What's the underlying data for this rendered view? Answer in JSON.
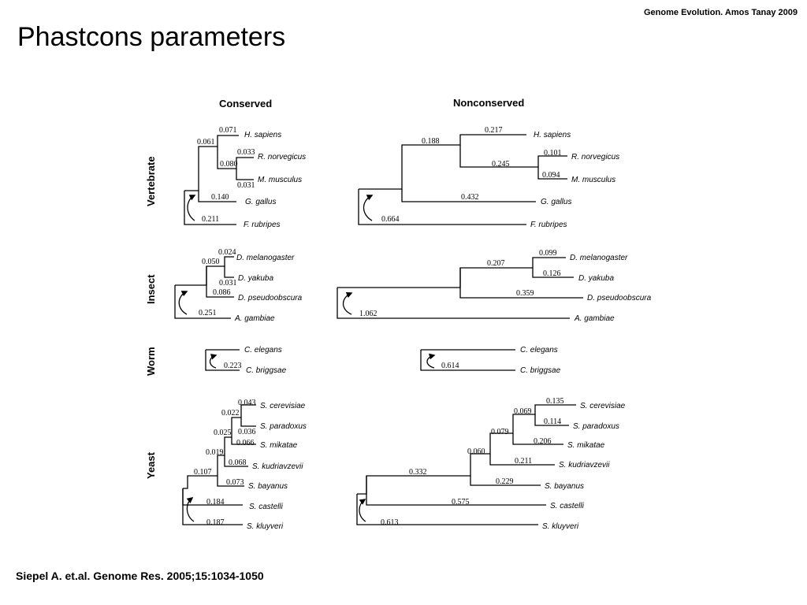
{
  "header": {
    "credit": "Genome Evolution. Amos Tanay 2009",
    "title": "Phastcons parameters"
  },
  "footer": {
    "citation": "Siepel A. et.al. Genome Res. 2005;15:1034-1050"
  },
  "columns": [
    "Conserved",
    "Nonconserved"
  ],
  "groups": [
    {
      "name": "Vertebrate",
      "species": [
        "H. sapiens",
        "R. norvegicus",
        "M. musculus",
        "G. gallus",
        "F. rubripes"
      ],
      "conserved": [
        "0.071",
        "0.061",
        "0.033",
        "0.080",
        "0.031",
        "0.140",
        "0.211"
      ],
      "nonconserved": [
        "0.217",
        "0.188",
        "0.101",
        "0.245",
        "0.094",
        "0.432",
        "0.664"
      ]
    },
    {
      "name": "Insect",
      "species": [
        "D. melanogaster",
        "D. yakuba",
        "D. pseudoobscura",
        "A. gambiae"
      ],
      "conserved": [
        "0.024",
        "0.050",
        "0.031",
        "0.086",
        "0.251"
      ],
      "nonconserved": [
        "0.099",
        "0.207",
        "0.126",
        "0.359",
        "1.062"
      ]
    },
    {
      "name": "Worm",
      "species": [
        "C. elegans",
        "C. briggsae"
      ],
      "conserved": [
        "0.223"
      ],
      "nonconserved": [
        "0.614"
      ]
    },
    {
      "name": "Yeast",
      "species": [
        "S. cerevisiae",
        "S. paradoxus",
        "S. mikatae",
        "S. kudriavzevii",
        "S. bayanus",
        "S. castelli",
        "S. kluyveri"
      ],
      "conserved": [
        "0.043",
        "0.022",
        "0.036",
        "0.025",
        "0.066",
        "0.019",
        "0.068",
        "0.107",
        "0.073",
        "0.184",
        "0.187"
      ],
      "nonconserved": [
        "0.135",
        "0.069",
        "0.114",
        "0.079",
        "0.206",
        "0.060",
        "0.211",
        "0.332",
        "0.229",
        "0.575",
        "0.613"
      ]
    }
  ]
}
